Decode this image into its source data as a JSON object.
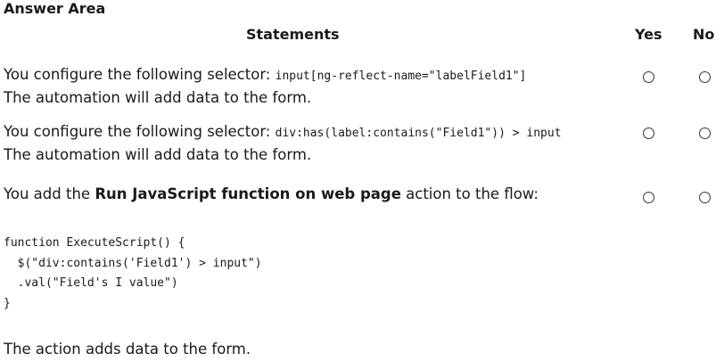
{
  "title": "Answer Area",
  "headers": {
    "statements": "Statements",
    "yes": "Yes",
    "no": "No"
  },
  "statements": [
    {
      "line1_prefix": "You configure the following selector: ",
      "line1_code": "input[ng-reflect-name=\"labelField1\"]",
      "line2": "The automation will add data to the form."
    },
    {
      "line1_prefix": "You configure the following selector: ",
      "line1_code": "div:has(label:contains(\"Field1\")) > input",
      "line2": "The automation will add data to the form."
    },
    {
      "line1_prefix": "You add the ",
      "line1_bold": "Run JavaScript function on web page",
      "line1_suffix": " action to the flow:",
      "code": [
        "function ExecuteScript() {",
        "  $(\"div:contains('Field1') > input\")",
        "  .val(\"Field's I value\")",
        "}"
      ],
      "final": "The action adds data to the form."
    }
  ]
}
